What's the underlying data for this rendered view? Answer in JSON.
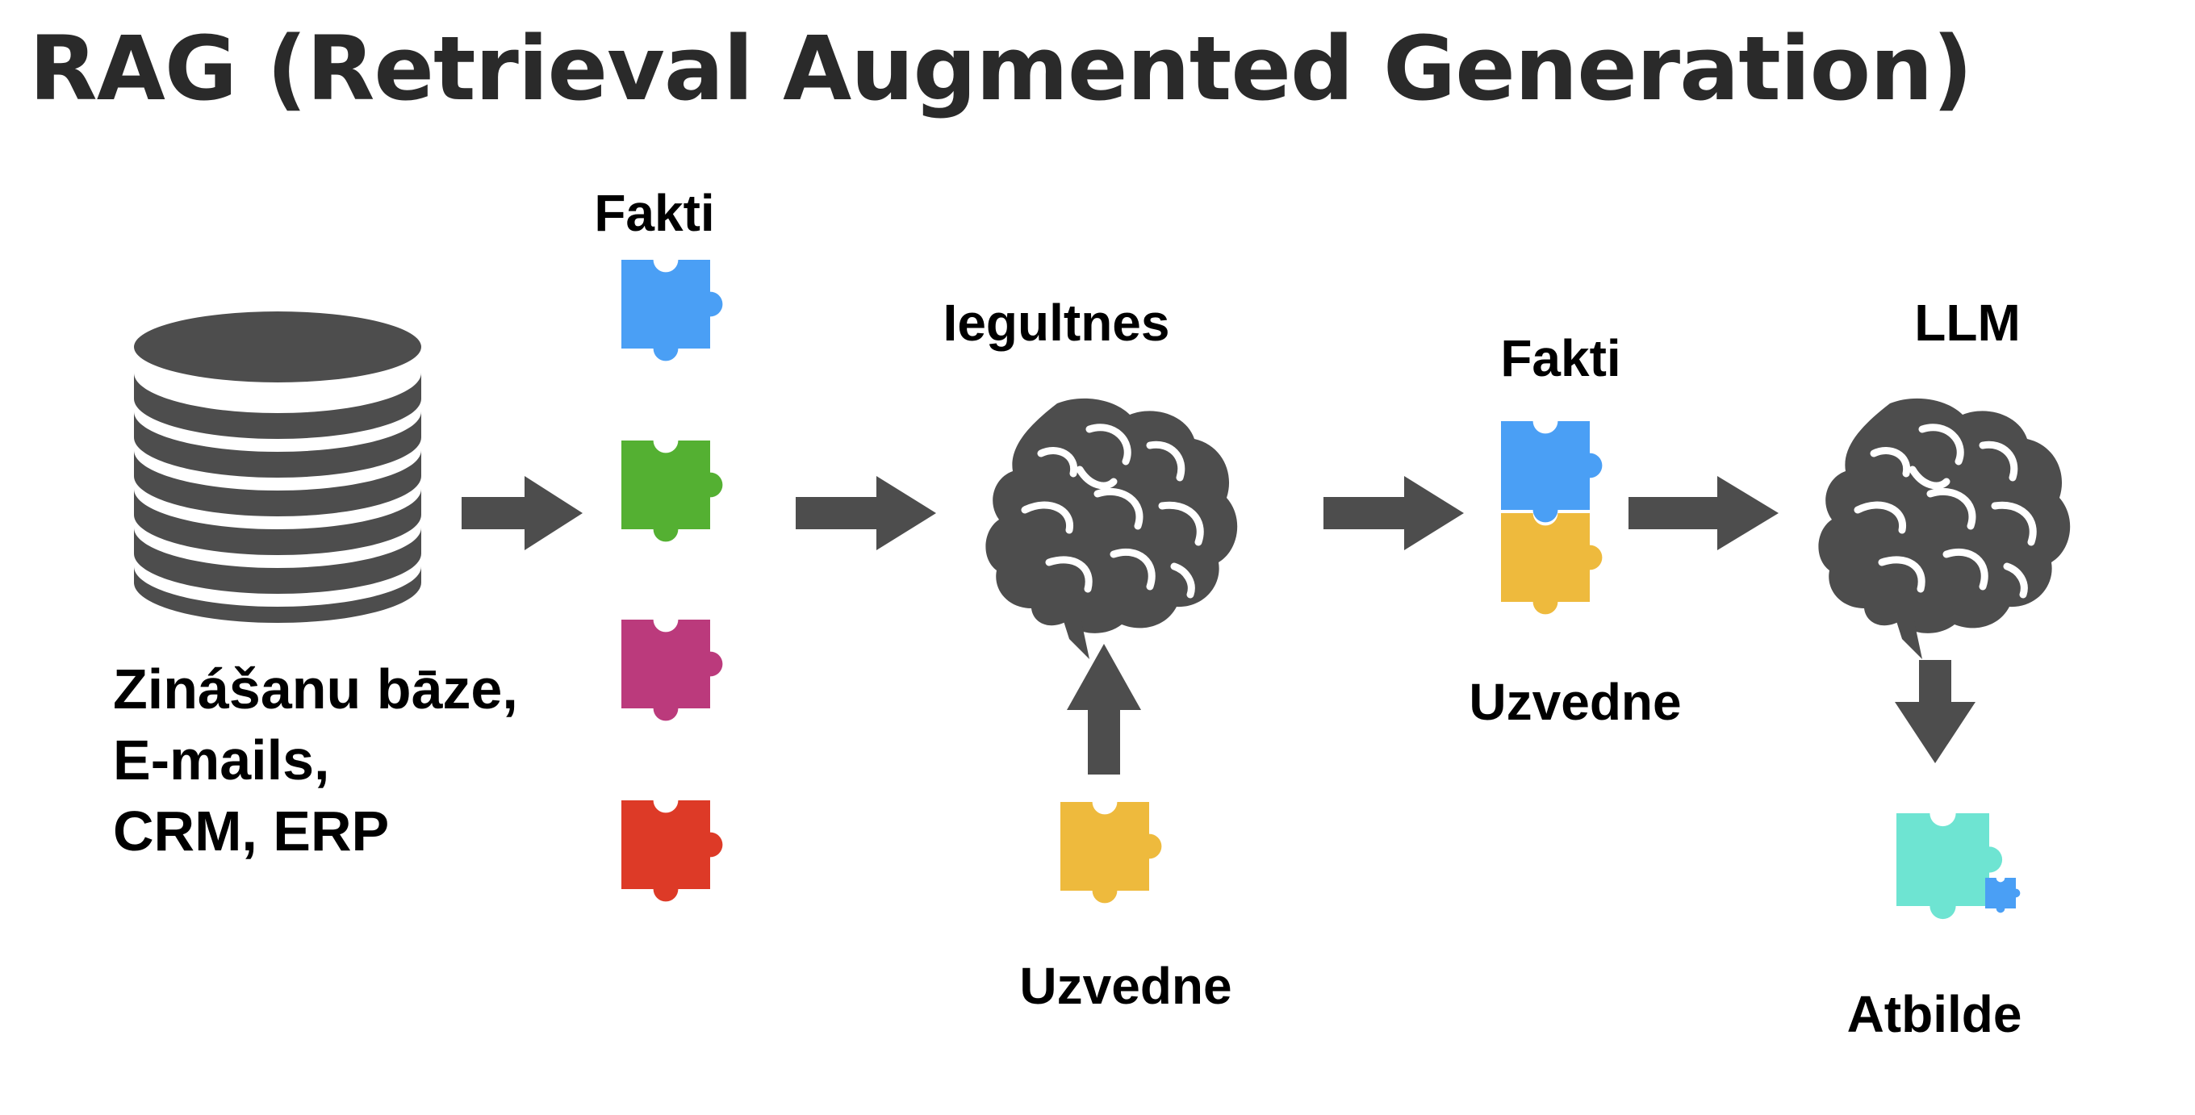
{
  "title": "RAG (Retrieval Augmented Generation)",
  "knowledge_base": {
    "lines": [
      "Zinášanu bāze,",
      "E-mails,",
      "CRM, ERP"
    ]
  },
  "facts_left_label": "Fakti",
  "embeddings_label": "Iegultnes",
  "prompt_bottom_label": "Uzvedne",
  "facts_right_label": "Fakti",
  "prompt_right_label": "Uzvedne",
  "llm_label": "LLM",
  "answer_label": "Atbilde",
  "colors": {
    "dark": "#4d4d4d",
    "blue": "#4a9ff5",
    "green": "#54b032",
    "magenta": "#bb3a7c",
    "red": "#dd3a27",
    "yellow": "#eeba3d",
    "teal": "#6ee4d2"
  }
}
